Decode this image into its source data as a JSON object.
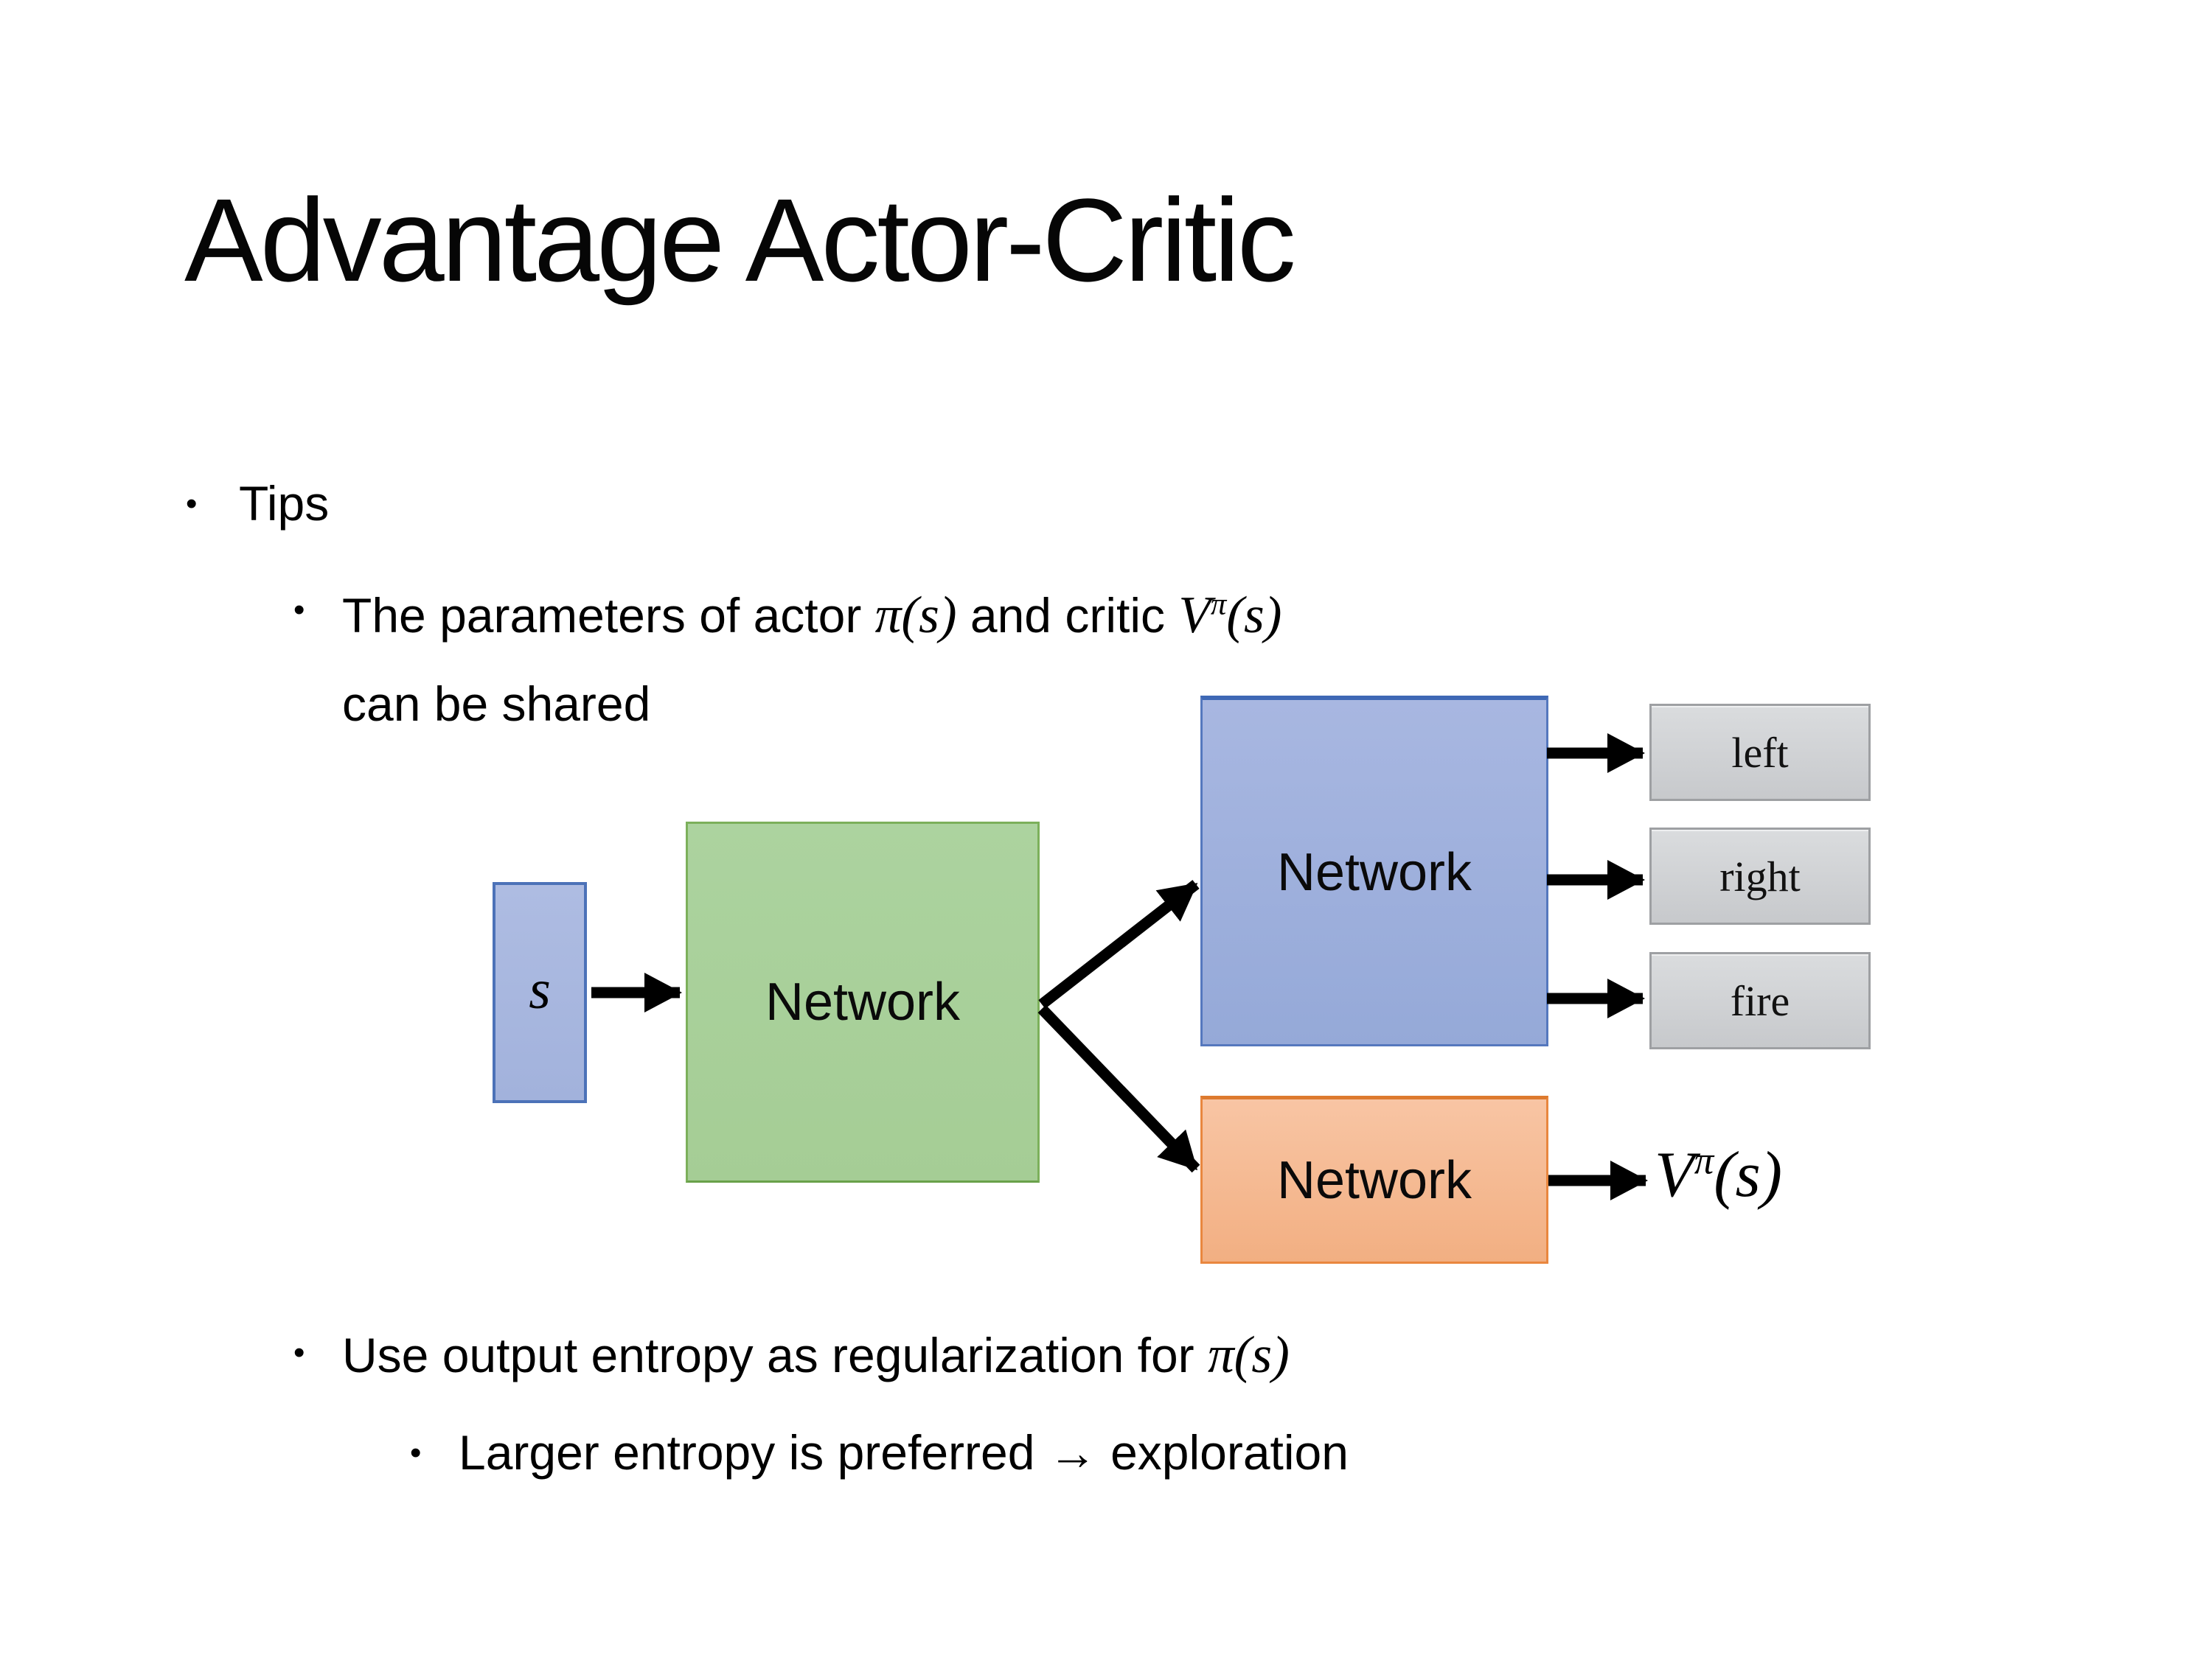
{
  "slide": {
    "title": "Advantage Actor-Critic",
    "bullet_char": "•",
    "bullets": {
      "tips": "Tips",
      "b1_prefix": "The parameters of actor ",
      "b1_pi": "π(s)",
      "b1_mid": "  and critic ",
      "b1_v_base": "V",
      "b1_v_sup": "π",
      "b1_v_args": "(s)",
      "b1_line2": "can be shared",
      "b2_prefix": "Use output entropy as regularization for ",
      "b2_pi": "π(s)",
      "b3_text": "Larger entropy is preferred → exploration"
    }
  },
  "diagram": {
    "input_label": "s",
    "shared_network_label": "Network",
    "actor_network_label": "Network",
    "critic_network_label": "Network",
    "actions": [
      "left",
      "right",
      "fire"
    ],
    "value_base": "V",
    "value_sup": "π",
    "value_args": "(s)",
    "colors": {
      "input_box_fill": "#A9B7DE",
      "input_box_border": "#4C72B8",
      "shared_box_fill": "#AAD19C",
      "shared_box_border": "#7CB05B",
      "actor_box_fill": "#9FB1DC",
      "actor_box_border": "#4472C4",
      "critic_box_fill": "#F5BC97",
      "critic_box_border": "#DD7A2E",
      "action_box_fill": "#D0D2D5",
      "action_box_border": "#9EA0A3",
      "arrow_color": "#000000"
    }
  }
}
